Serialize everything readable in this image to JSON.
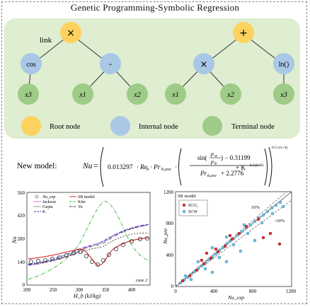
{
  "title": "Genetic Programming-Symbolic Regression",
  "tree": {
    "link_label": "link",
    "left": {
      "root": "×",
      "l1": [
        "cos",
        "-"
      ],
      "leaves": [
        "x3",
        "x1",
        "x2"
      ]
    },
    "right": {
      "root": "+",
      "l1": [
        "×",
        "ln()"
      ],
      "leaves": [
        "x1",
        "x2",
        "x3"
      ]
    }
  },
  "legend": {
    "root": "Root node",
    "internal": "Internal node",
    "terminal": "Terminal node"
  },
  "colors": {
    "root": "#fdd25e",
    "internal": "#a9c8e6",
    "terminal": "#9ecb87",
    "panel": "#dfedd0"
  },
  "model": {
    "label": "New model:",
    "lhs": "Nu",
    "coef": "0.013297",
    "re": "Re",
    "re_sub": "b",
    "pr": "Pr",
    "pr_sub": "b,ave",
    "sin_expr": "sin(",
    "rho_w": "ρ",
    "rho_w_sub": "w",
    "rho_b": "ρ",
    "rho_b_sub": "b",
    "minus_const": ") − 0.31199",
    "den": "+ 2.2776",
    "k_term": "+ K",
    "k_exp": "0.1(6+9)",
    "outer_exp": "0.5+(x+4)"
  },
  "left_chart": {
    "ylabel": "Nu",
    "xlabel": "H_b (kJ/kg)",
    "xticks": [
      "200",
      "250",
      "300",
      "350",
      "400"
    ],
    "yticks": [
      "0",
      "140",
      "280",
      "420",
      "560"
    ],
    "case_label": "case 2",
    "legend": [
      "Nu_exp",
      "Jackson",
      "Gupta",
      "K",
      "SR model",
      "Kim",
      "Yu"
    ]
  },
  "right_chart": {
    "box_title": "SR model",
    "ylabel": "Nu_pre",
    "xlabel": "Nu_exp",
    "ticks": [
      "0",
      "400",
      "800",
      "1200"
    ],
    "legend": [
      "SCO₂",
      "SCW"
    ],
    "plus_label": "10%",
    "minus_label": "-10%"
  }
}
